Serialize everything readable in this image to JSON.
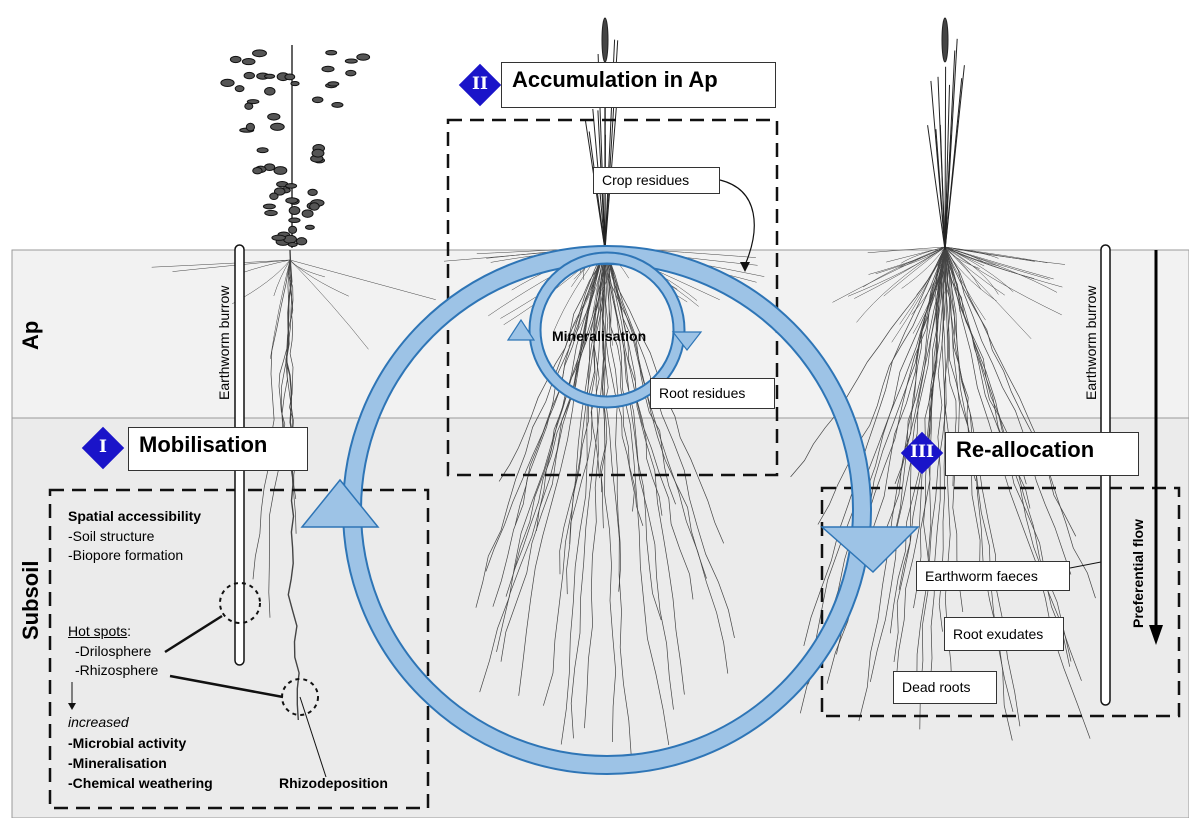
{
  "layers": {
    "ap": "Ap",
    "subsoil": "Subsoil"
  },
  "stages": {
    "mobilisation": {
      "numeral": "I",
      "title": "Mobilisation"
    },
    "accumulation": {
      "numeral": "II",
      "title": "Accumulation in Ap"
    },
    "reallocation": {
      "numeral": "III",
      "title": "Re-allocation"
    }
  },
  "mobilisation_panel": {
    "spatial_heading": "Spatial accessibility",
    "spatial_items": [
      "-Soil structure",
      "-Biopore formation"
    ],
    "hotspots_heading": "Hot spots",
    "hotspots_colon": ":",
    "hotspots_items": [
      "-Drilosphere",
      "-Rhizosphere"
    ],
    "increased": "increased",
    "effects": [
      "-Microbial activity",
      "-Mineralisation",
      "-Chemical weathering"
    ],
    "rhizodeposition": "Rhizodeposition"
  },
  "accumulation_panel": {
    "crop_residues": "Crop residues",
    "mineralisation": "Mineralisation",
    "root_residues": "Root residues"
  },
  "reallocation_panel": {
    "earthworm_faeces": "Earthworm faeces",
    "root_exudates": "Root exudates",
    "dead_roots": "Dead roots"
  },
  "burrows": {
    "left": "Earthworm burrow",
    "right": "Earthworm burrow"
  },
  "preferential_flow": "Preferential flow",
  "colors": {
    "ap_band": "#f2f2f2",
    "subsoil_band": "#ebebeb",
    "cycle_fill": "#9dc3e6",
    "cycle_stroke": "#2e75b6",
    "diamond": "#1a14c9",
    "roots": "#444444"
  },
  "icons": [
    "plant-icon",
    "earthworm-burrow-icon",
    "cycle-arrow-icon",
    "diamond-icon"
  ]
}
